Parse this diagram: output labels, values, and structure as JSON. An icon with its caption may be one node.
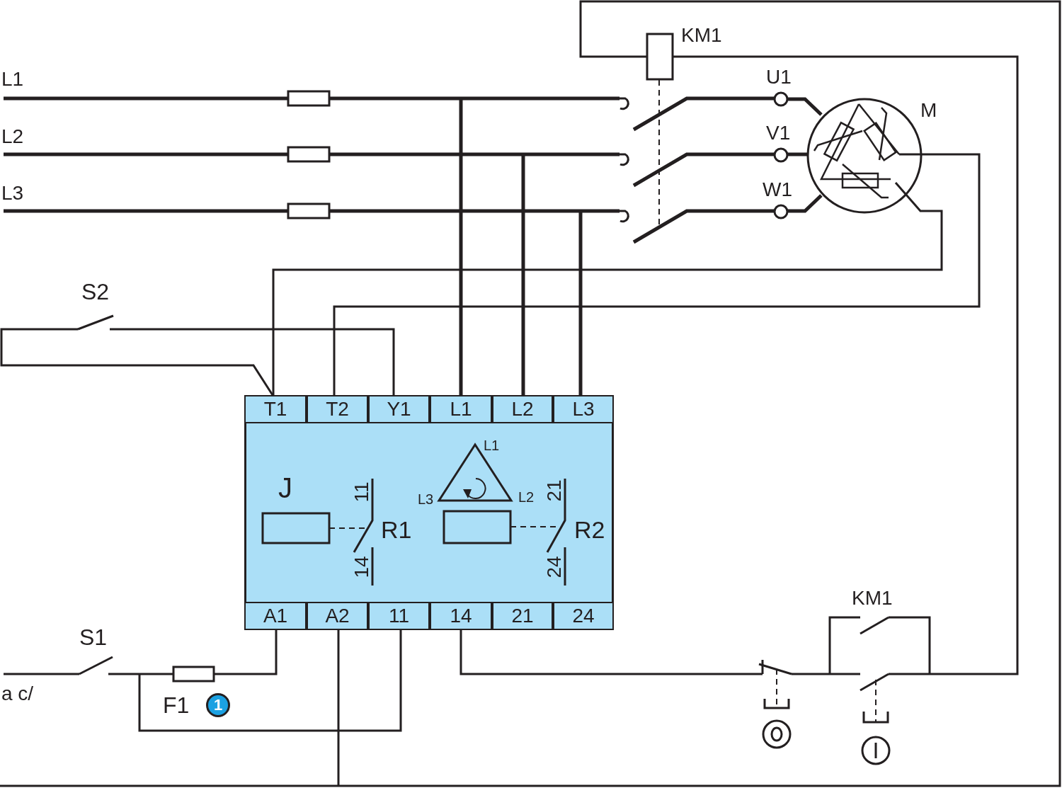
{
  "diagram": {
    "nodes": [
      {
        "text": [
          "J",
          "11",
          "14",
          "R1",
          "L1",
          "L3",
          "L2",
          "21",
          "24",
          "R2"
        ]
      },
      {
        "text": [
          "T1"
        ],
        "in": 0
      },
      {
        "text": [
          "T2"
        ],
        "in": 0
      },
      {
        "text": [
          "Y1"
        ],
        "in": 0
      },
      {
        "text": [
          "L1"
        ],
        "in": 0
      },
      {
        "text": [
          "L2"
        ],
        "in": 0
      },
      {
        "text": [
          "L3"
        ],
        "in": 0
      },
      {
        "text": [
          "A1"
        ],
        "in": 0
      },
      {
        "text": [
          "A2"
        ],
        "in": 0
      },
      {
        "text": [
          "11"
        ],
        "in": 0
      },
      {
        "text": [
          "14"
        ],
        "in": 0
      },
      {
        "text": [
          "21"
        ],
        "in": 0
      },
      {
        "text": [
          "24"
        ],
        "in": 0
      },
      {
        "text": [
          "1"
        ]
      }
    ],
    "edges": [],
    "labels": [
      "KM1",
      "L1",
      "U1",
      "M",
      "L2",
      "V1",
      "L3",
      "W1",
      "S2",
      "KM1",
      "S1",
      "a c/",
      "F1"
    ]
  }
}
